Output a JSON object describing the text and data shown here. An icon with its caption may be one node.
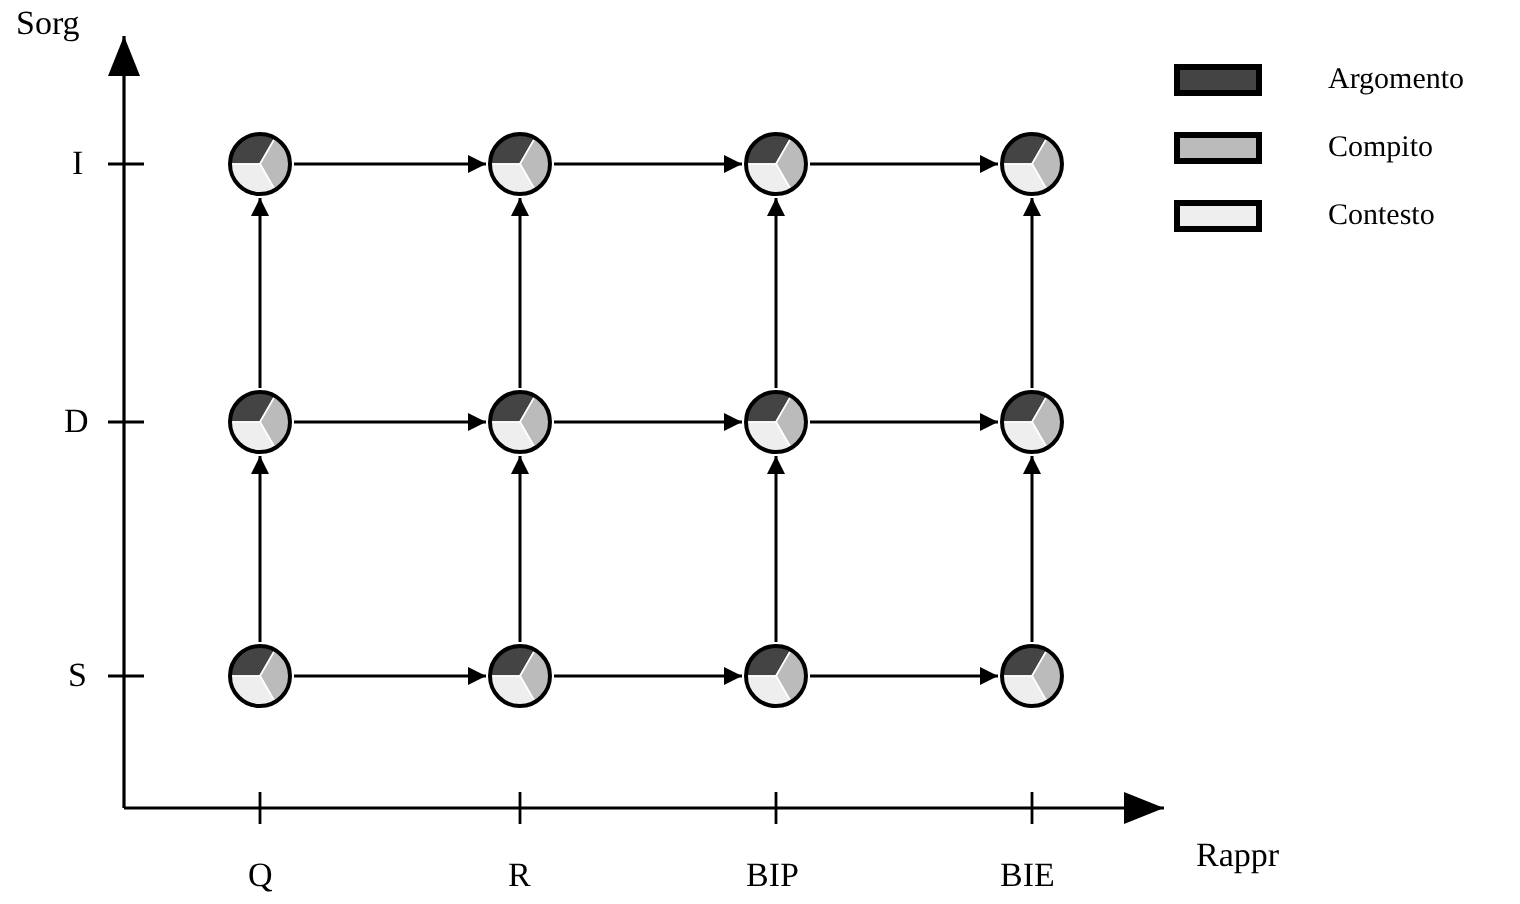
{
  "diagram": {
    "nodes": [
      {
        "text": [],
        "shape": "circle"
      },
      {
        "text": [],
        "shape": "circle"
      },
      {
        "text": [],
        "shape": "circle"
      },
      {
        "text": [],
        "shape": "circle"
      },
      {
        "text": [],
        "shape": "circle"
      },
      {
        "text": [],
        "shape": "circle"
      },
      {
        "text": [],
        "shape": "circle"
      },
      {
        "text": [],
        "shape": "circle"
      },
      {
        "text": [],
        "shape": "circle"
      },
      {
        "text": [],
        "shape": "circle"
      },
      {
        "text": [],
        "shape": "circle"
      },
      {
        "text": [],
        "shape": "circle"
      }
    ],
    "edges": [
      {
        "from": 0,
        "to": 1,
        "arrow": "to"
      },
      {
        "from": 1,
        "to": 2,
        "arrow": "to"
      },
      {
        "from": 2,
        "to": 3,
        "arrow": "to"
      },
      {
        "from": 4,
        "to": 0,
        "arrow": "to"
      },
      {
        "from": 5,
        "to": 1,
        "arrow": "to"
      },
      {
        "from": 6,
        "to": 2,
        "arrow": "to"
      },
      {
        "from": 7,
        "to": 3,
        "arrow": "to"
      },
      {
        "from": 4,
        "to": 5,
        "arrow": "to"
      },
      {
        "from": 5,
        "to": 6,
        "arrow": "to"
      },
      {
        "from": 6,
        "to": 7,
        "arrow": "to"
      },
      {
        "from": 8,
        "to": 4,
        "arrow": "to"
      },
      {
        "from": 9,
        "to": 5,
        "arrow": "to"
      },
      {
        "from": 10,
        "to": 6,
        "arrow": "to"
      },
      {
        "from": 11,
        "to": 7,
        "arrow": "to"
      },
      {
        "from": 8,
        "to": 9,
        "arrow": "to"
      },
      {
        "from": 9,
        "to": 10,
        "arrow": "to"
      },
      {
        "from": 10,
        "to": 11,
        "arrow": "to"
      }
    ],
    "labels": [
      "Sorg",
      "I",
      "D",
      "S",
      "Q",
      "R",
      "BIP",
      "BIE",
      "Rappr"
    ],
    "legend": [
      {
        "text": "Argomento",
        "color": "#444444"
      },
      {
        "text": "Compito",
        "color": "#bbbbbb"
      },
      {
        "text": "Contesto",
        "color": "#eeeeee"
      }
    ]
  }
}
